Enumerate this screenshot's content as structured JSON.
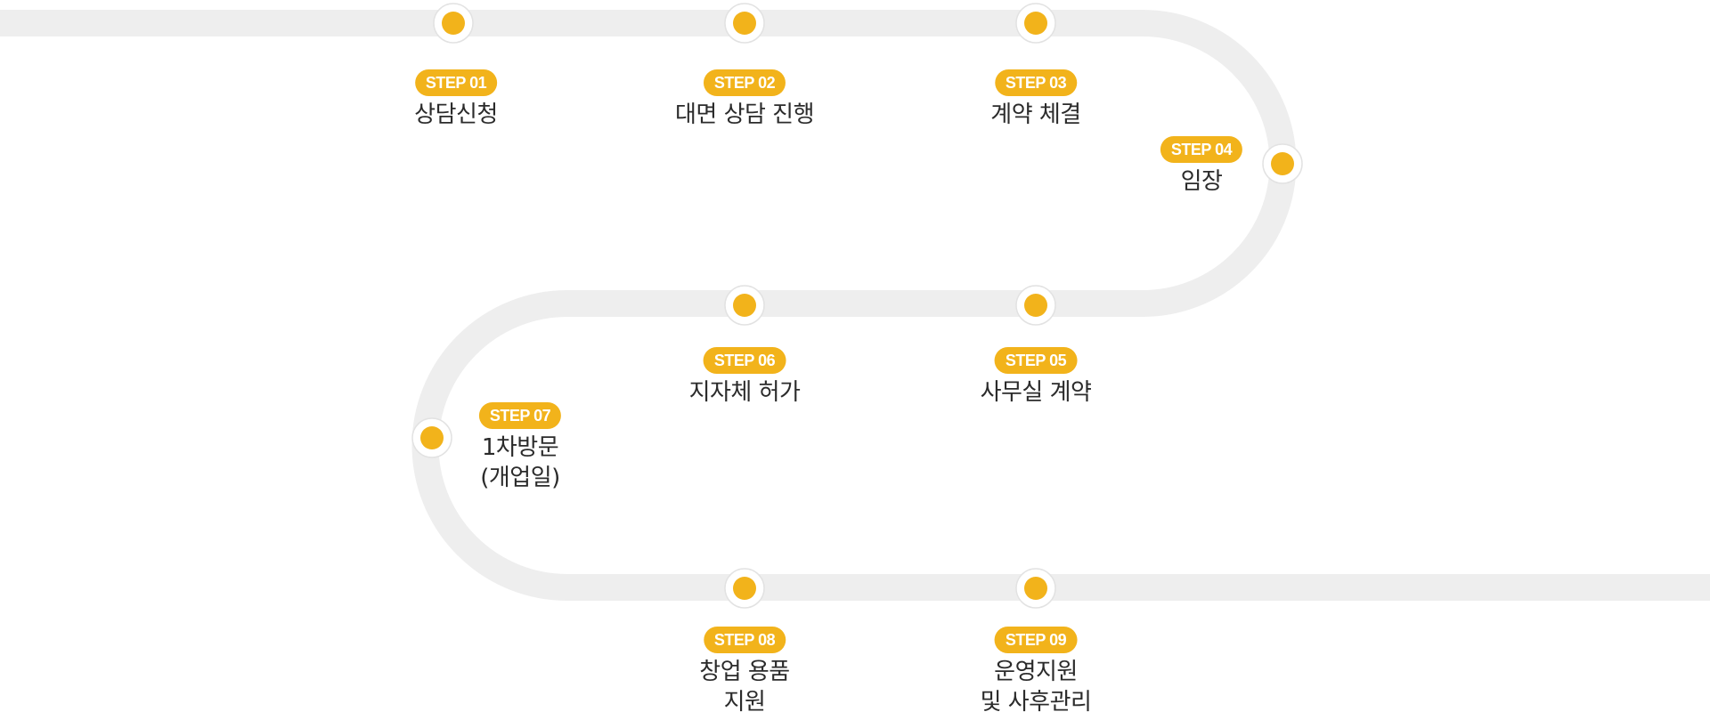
{
  "colors": {
    "track": "#eeeeee",
    "node_fill": "#f2b31b",
    "node_ring": "#ffffff",
    "badge_bg": "#f2b31b",
    "badge_text": "#ffffff",
    "label_text": "#2b2b2b"
  },
  "steps": [
    {
      "badge": "STEP 01",
      "label": "상담신청"
    },
    {
      "badge": "STEP 02",
      "label": "대면 상담 진행"
    },
    {
      "badge": "STEP 03",
      "label": "계약 체결"
    },
    {
      "badge": "STEP 04",
      "label": "임장"
    },
    {
      "badge": "STEP 05",
      "label": "사무실 계약"
    },
    {
      "badge": "STEP 06",
      "label": "지자체 허가"
    },
    {
      "badge": "STEP 07",
      "label": "1차방문\n(개업일)"
    },
    {
      "badge": "STEP 08",
      "label": "창업 용품\n지원"
    },
    {
      "badge": "STEP 09",
      "label": "운영지원\n및 사후관리"
    }
  ]
}
